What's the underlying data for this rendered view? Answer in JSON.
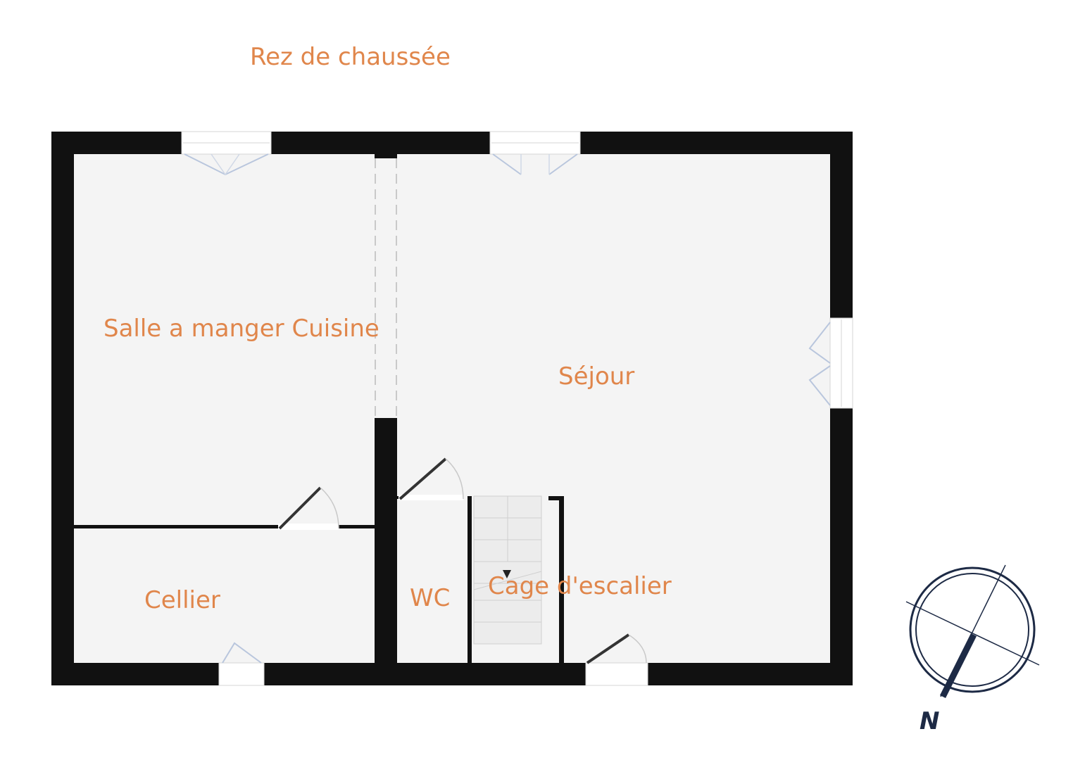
{
  "floor": {
    "title": "Rez de chaussée"
  },
  "rooms": {
    "salle_manger_cuisine": "Salle a manger Cuisine",
    "sejour": "Séjour",
    "cellier": "Cellier",
    "wc": "WC",
    "cage_escalier": "Cage d'escalier"
  },
  "compass": {
    "north_label": "N",
    "icon": "compass-icon"
  },
  "colors": {
    "label": "#e0864b",
    "wall": "#111111",
    "floor": "#f4f4f4",
    "door_swing": "#b9c6dd",
    "compass": "#1d2a45"
  }
}
